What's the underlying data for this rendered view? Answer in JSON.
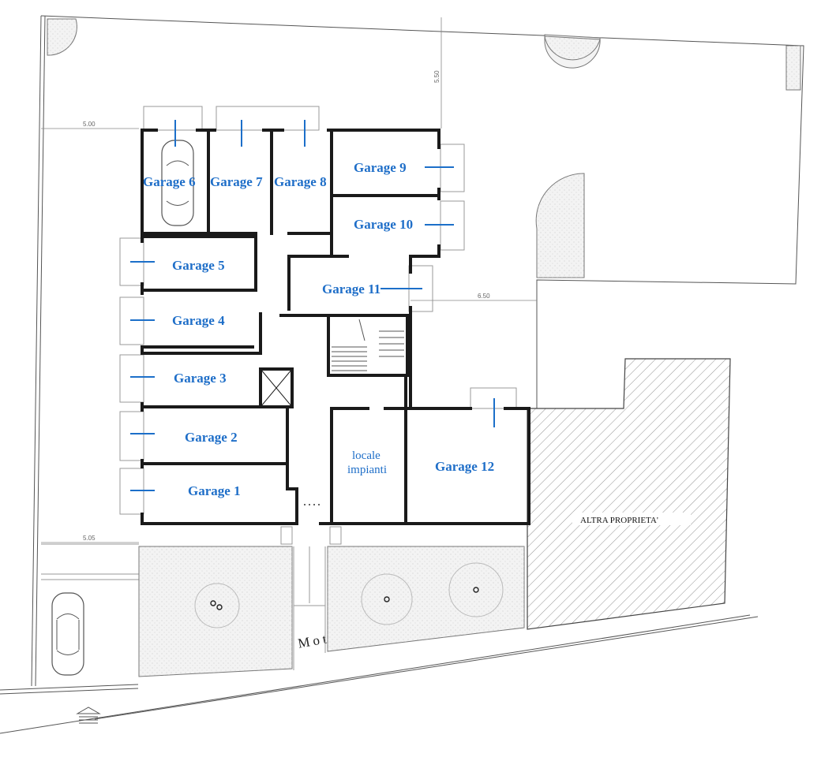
{
  "plan": {
    "garages": [
      {
        "id": "g1",
        "label": "Garage 1"
      },
      {
        "id": "g2",
        "label": "Garage 2"
      },
      {
        "id": "g3",
        "label": "Garage 3"
      },
      {
        "id": "g4",
        "label": "Garage 4"
      },
      {
        "id": "g5",
        "label": "Garage 5"
      },
      {
        "id": "g6",
        "label": "Garage 6"
      },
      {
        "id": "g7",
        "label": "Garage 7"
      },
      {
        "id": "g8",
        "label": "Garage 8"
      },
      {
        "id": "g9",
        "label": "Garage 9"
      },
      {
        "id": "g10",
        "label": "Garage 10"
      },
      {
        "id": "g11",
        "label": "Garage 11"
      },
      {
        "id": "g12",
        "label": "Garage 12"
      }
    ],
    "technical_room": {
      "line1": "locale",
      "line2": "impianti"
    },
    "other_property": "ALTRA PROPRIETA'",
    "street_name": "Via della Motta",
    "dimensions": {
      "top_left": "5.00",
      "bottom_left": "5.05",
      "right": "6.50",
      "top_vertical": "5.50"
    }
  }
}
